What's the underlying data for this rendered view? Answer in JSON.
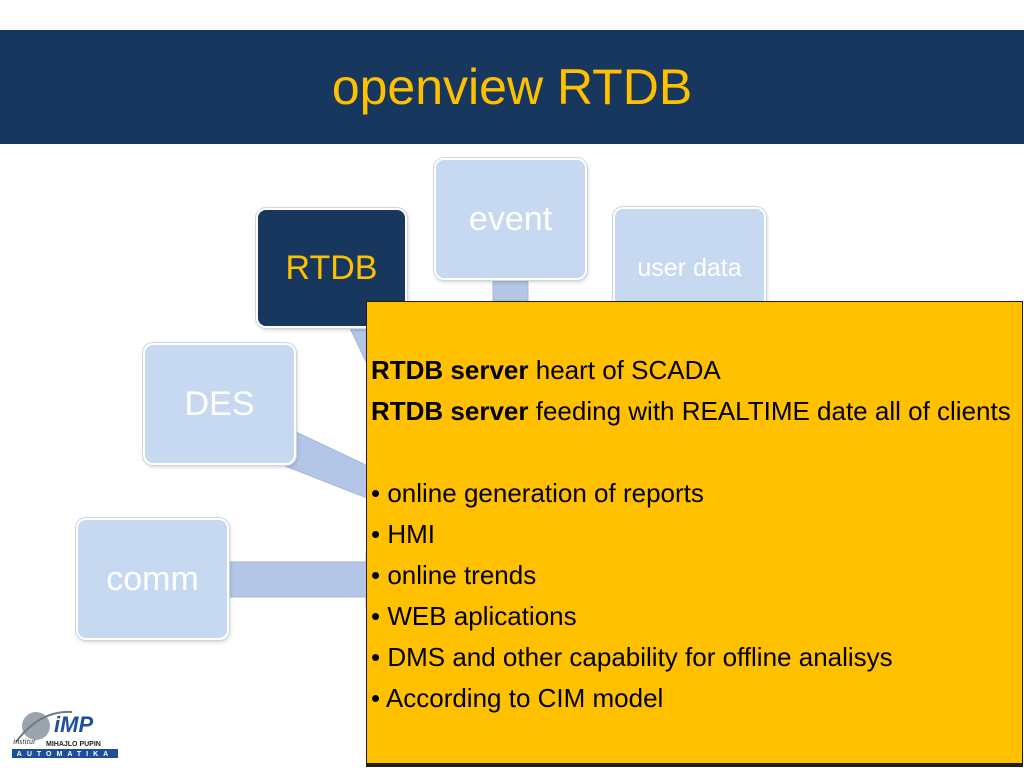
{
  "slide": {
    "title": "openview RTDB"
  },
  "nodes": {
    "rtdb": "RTDB",
    "event": "event",
    "user_data": "user data",
    "des": "DES",
    "comm": "comm"
  },
  "callout": {
    "line1_bold": "RTDB server",
    "line1_rest": " heart of SCADA",
    "line2_bold": "RTDB server",
    "line2_rest": " feeding with  REALTIME date all of clients",
    "bullets": [
      "• online generation of reports",
      "• HMI",
      "• online trends",
      "• WEB aplications",
      "• DMS and other capability for  offline analisys",
      "• According to CIM model"
    ]
  },
  "logo": {
    "mark": "iMP",
    "small_text": "institut",
    "name": "MIHAJLO PUPIN",
    "sub": "AUTOMATIKA"
  },
  "colors": {
    "title_bar": "#17375e",
    "title_text": "#ffc000",
    "node_light": "#c6d9f1",
    "node_dark": "#17375e",
    "connector": "#b4c6e7",
    "callout_bg": "#ffc000"
  }
}
